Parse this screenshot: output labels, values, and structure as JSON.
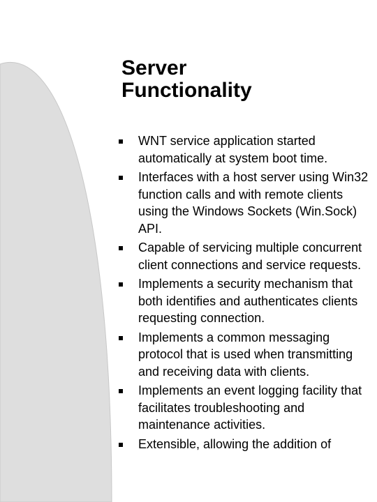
{
  "slide": {
    "title_lines": [
      "Server",
      "Functionality"
    ],
    "bullet_icon": "square-bullet",
    "arc_color": "#dedede",
    "bullets": [
      {
        "text": "WNT service application started automatically at system boot time."
      },
      {
        "text": "Interfaces with a host server using Win32 function calls and with remote clients using the Windows Sockets (Win.Sock) API."
      },
      {
        "text": "Capable of servicing multiple concurrent client connections and service requests."
      },
      {
        "text": "Implements a security mechanism that both identifies and authenticates clients requesting connection."
      },
      {
        "text": "Implements a common messaging protocol that is used when transmitting and receiving data with clients."
      },
      {
        "text": "Implements an event logging facility that facilitates troubleshooting and maintenance activities."
      },
      {
        "text": "Extensible, allowing the addition of"
      }
    ]
  }
}
